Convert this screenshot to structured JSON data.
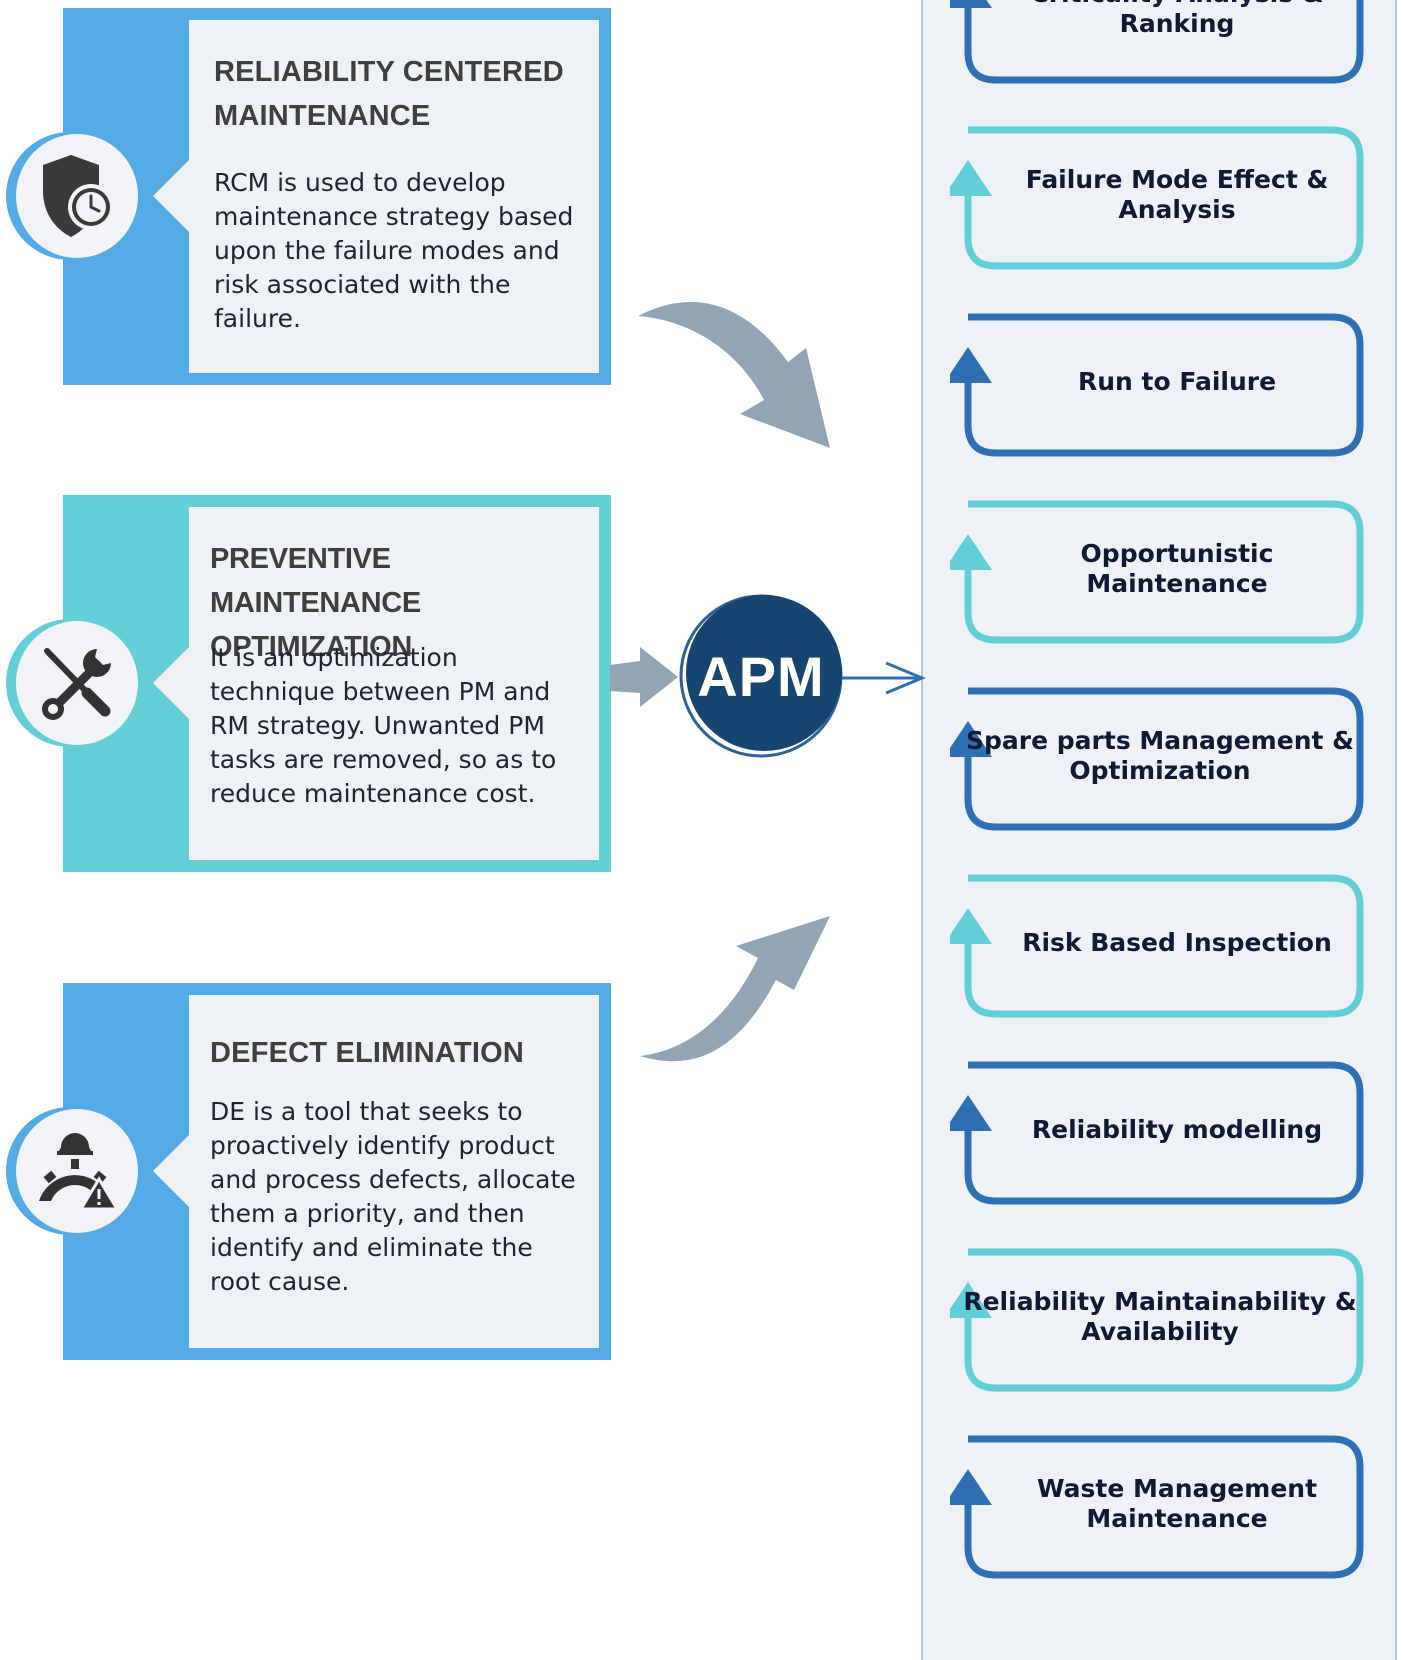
{
  "colors": {
    "blue_band": "#54aae4",
    "teal_band": "#65cfd8",
    "card_bg": "#eef2f5",
    "item_dark_blue": "#2f6fb4",
    "item_teal": "#62cfd8",
    "arrow_gray": "#93a5b5",
    "apm_navy": "#164570",
    "panel_bg": "#eef2f7"
  },
  "cards": [
    {
      "title": "RELIABILITY CENTERED MAINTENANCE",
      "description": "RCM is used to develop maintenance strategy based upon the failure modes and risk associated with the failure.",
      "icon": "shield-clock-icon"
    },
    {
      "title": "PREVENTIVE MAINTENANCE OPTIMIZATION",
      "description": "It is an optimization technique between PM and RM strategy. Unwanted PM tasks are removed, so as to reduce maintenance cost.",
      "icon": "wrench-screwdriver-icon"
    },
    {
      "title": "DEFECT ELIMINATION",
      "description": "DE is a tool that seeks to proactively identify product and process defects, allocate them a priority, and then identify and eliminate the root cause.",
      "icon": "hardhat-gear-warning-icon"
    }
  ],
  "center": {
    "label": "APM"
  },
  "items": [
    {
      "label": "Criticality Analysis & Ranking",
      "style": "dark"
    },
    {
      "label": "Failure Mode Effect & Analysis",
      "style": "teal"
    },
    {
      "label": "Run to Failure",
      "style": "dark"
    },
    {
      "label": "Opportunistic Maintenance",
      "style": "teal"
    },
    {
      "label": "Spare parts Management & Optimization",
      "style": "dark"
    },
    {
      "label": "Risk Based Inspection",
      "style": "teal"
    },
    {
      "label": "Reliability modelling",
      "style": "dark"
    },
    {
      "label": "Reliability Maintainability & Availability",
      "style": "teal"
    },
    {
      "label": "Waste Management Maintenance",
      "style": "dark"
    }
  ]
}
